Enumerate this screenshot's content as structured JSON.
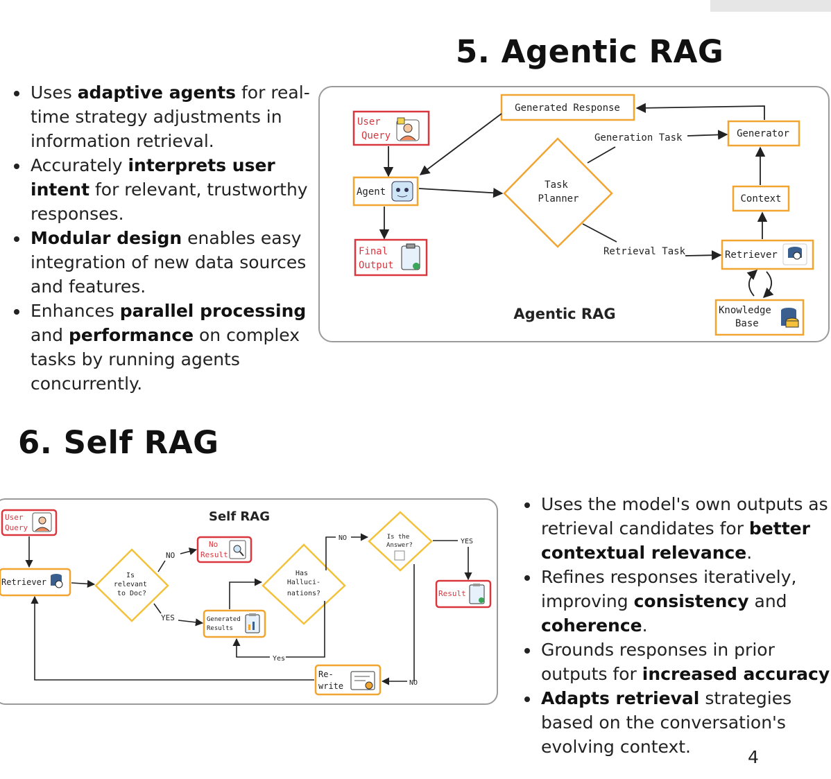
{
  "agentic": {
    "title": "5. Agentic RAG",
    "bullets": [
      {
        "parts": [
          {
            "t": "Uses ",
            "b": false
          },
          {
            "t": "adaptive agents",
            "b": true
          },
          {
            "t": " for real-time strategy adjustments in information retrieval.",
            "b": false
          }
        ]
      },
      {
        "parts": [
          {
            "t": "Accurately ",
            "b": false
          },
          {
            "t": "interprets user intent",
            "b": true
          },
          {
            "t": " for relevant, trustworthy responses.",
            "b": false
          }
        ]
      },
      {
        "parts": [
          {
            "t": "Modular design",
            "b": true
          },
          {
            "t": " enables easy integration of new data sources and features.",
            "b": false
          }
        ]
      },
      {
        "parts": [
          {
            "t": "Enhances ",
            "b": false
          },
          {
            "t": "parallel processing",
            "b": true
          },
          {
            "t": " and ",
            "b": false
          },
          {
            "t": "performance",
            "b": true
          },
          {
            "t": " on complex tasks by running agents concurrently.",
            "b": false
          }
        ]
      }
    ],
    "diagram": {
      "caption": "Agentic RAG",
      "user_query": [
        "User",
        "Query"
      ],
      "agent": "Agent",
      "final_output": [
        "Final",
        "Output"
      ],
      "generated_response": "Generated Response",
      "task_planner": [
        "Task",
        "Planner"
      ],
      "generation_task": "Generation Task",
      "retrieval_task": "Retrieval Task",
      "generator": "Generator",
      "context": "Context",
      "retriever": "Retriever",
      "knowledge_base": [
        "Knowledge",
        "Base"
      ]
    }
  },
  "self": {
    "title": "6. Self RAG",
    "bullets": [
      {
        "parts": [
          {
            "t": "Uses the model's own outputs as retrieval candidates for ",
            "b": false
          },
          {
            "t": "better contextual relevance",
            "b": true
          },
          {
            "t": ".",
            "b": false
          }
        ]
      },
      {
        "parts": [
          {
            "t": "Refines responses iteratively, improving ",
            "b": false
          },
          {
            "t": "consistency",
            "b": true
          },
          {
            "t": " and ",
            "b": false
          },
          {
            "t": "coherence",
            "b": true
          },
          {
            "t": ".",
            "b": false
          }
        ]
      },
      {
        "parts": [
          {
            "t": "Grounds responses in prior outputs for ",
            "b": false
          },
          {
            "t": "increased accuracy",
            "b": true
          },
          {
            "t": ".",
            "b": false
          }
        ]
      },
      {
        "parts": [
          {
            "t": "Adapts retrieval",
            "b": true
          },
          {
            "t": " strategies based on the conversation's evolving context.",
            "b": false
          }
        ]
      }
    ],
    "diagram": {
      "caption": "Self RAG",
      "user_query": [
        "User",
        "Query"
      ],
      "retriever": "Retriever",
      "is_relevant": [
        "Is",
        "relevant",
        "to Doc?"
      ],
      "no_result": [
        "No",
        "Result"
      ],
      "generated_results": [
        "Generated",
        "Results"
      ],
      "has_hallucinations": [
        "Has",
        "Halluci-",
        "nations?"
      ],
      "is_the_answer": [
        "Is the",
        "Answer?"
      ],
      "result": "Result",
      "rewrite": [
        "Re-",
        "write"
      ],
      "labels": {
        "no_top": "NO",
        "yes_bottom": "YES",
        "no_hallu": "NO",
        "yes_answer": "YES",
        "yes_loop": "Yes",
        "no_answer": "NO"
      }
    }
  },
  "page_number": "4",
  "colors": {
    "red_box": "#d9363e",
    "orange_box": "#f2a431",
    "yellow_diamond": "#f3c23a",
    "text": "#222222",
    "frame": "#9a9a9a"
  }
}
